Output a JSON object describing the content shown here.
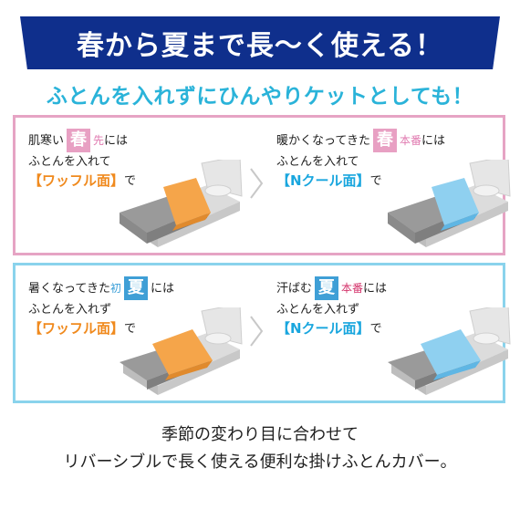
{
  "banner": {
    "title": "春から夏まで長〜く使える！"
  },
  "subtitle": "ふとんを入れずにひんやりケットとしても！",
  "spring": {
    "left": {
      "line1_pre": "肌寒い",
      "season": "春",
      "line1_tag": "先",
      "line1_post": "には",
      "line2": "ふとんを入れて",
      "face": "【ワッフル面】",
      "face_post": "で"
    },
    "right": {
      "line1_pre": "暖かくなってきた",
      "season": "春",
      "line1_tag": "本番",
      "line1_post": "には",
      "line2": "ふとんを入れて",
      "face": "【Nクール面】",
      "face_post": "で"
    }
  },
  "summer": {
    "left": {
      "line1_pre": "暑くなってきた",
      "line1_tag": "初",
      "season": "夏",
      "line1_post": "には",
      "line2": "ふとんを入れず",
      "face": "【ワッフル面】",
      "face_post": "で"
    },
    "right": {
      "line1_pre": "汗ばむ",
      "season": "夏",
      "line1_tag": "本番",
      "line1_post": "には",
      "line2": "ふとんを入れず",
      "face": "【Nクール面】",
      "face_post": "で"
    }
  },
  "footer": {
    "line1": "季節の変わり目に合わせて",
    "line2": "リバーシブルで長く使える便利な掛けふとんカバー。"
  },
  "colors": {
    "banner": "#0f2f8c",
    "subtitle": "#2ab3d9",
    "spring_border": "#e6a4c4",
    "summer_border": "#8ad3ec",
    "waffle_orange": "#f5a54a",
    "cool_blue": "#8fd0f0",
    "bed_gray": "#9a9a9a"
  }
}
